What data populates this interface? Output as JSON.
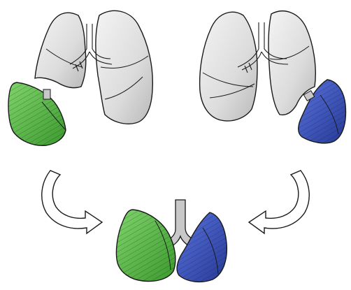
{
  "diagram": {
    "description_free": true,
    "panels": [
      {
        "id": "donor-left",
        "lobe_color": "#5cc24a"
      },
      {
        "id": "donor-right",
        "lobe_color": "#3d57c8"
      },
      {
        "id": "recipient",
        "lobe_colors": [
          "#5cc24a",
          "#3d57c8"
        ]
      }
    ],
    "colors": {
      "lung_fill": "#e4e4e4",
      "lung_stroke": "#1a1a1a",
      "green": "#5cc24a",
      "green_dark": "#3c9a2e",
      "blue": "#3d57c8",
      "blue_dark": "#283d9a",
      "airway": "#c8c8c8",
      "arrow_fill": "#ffffff"
    }
  }
}
